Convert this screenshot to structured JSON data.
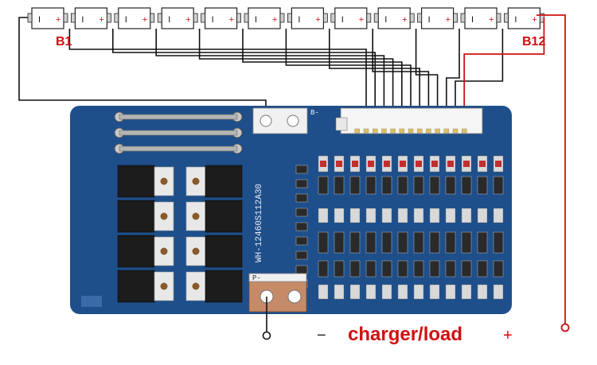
{
  "battery": {
    "first_cell_label": "B1",
    "last_cell_label": "B12",
    "cell_count": 12,
    "negative_symbol": "I",
    "positive_symbol": "+"
  },
  "board": {
    "model_text": "WH-12460S112A30",
    "b_minus_label": "B-",
    "p_minus_label": "P-"
  },
  "output": {
    "minus_label": "−",
    "load_label": "charger/load",
    "plus_label": "+"
  },
  "colors": {
    "wire_negative": "#111111",
    "wire_positive": "#d01010",
    "pcb": "#1e4f8a",
    "label_accent": "#d01010"
  }
}
